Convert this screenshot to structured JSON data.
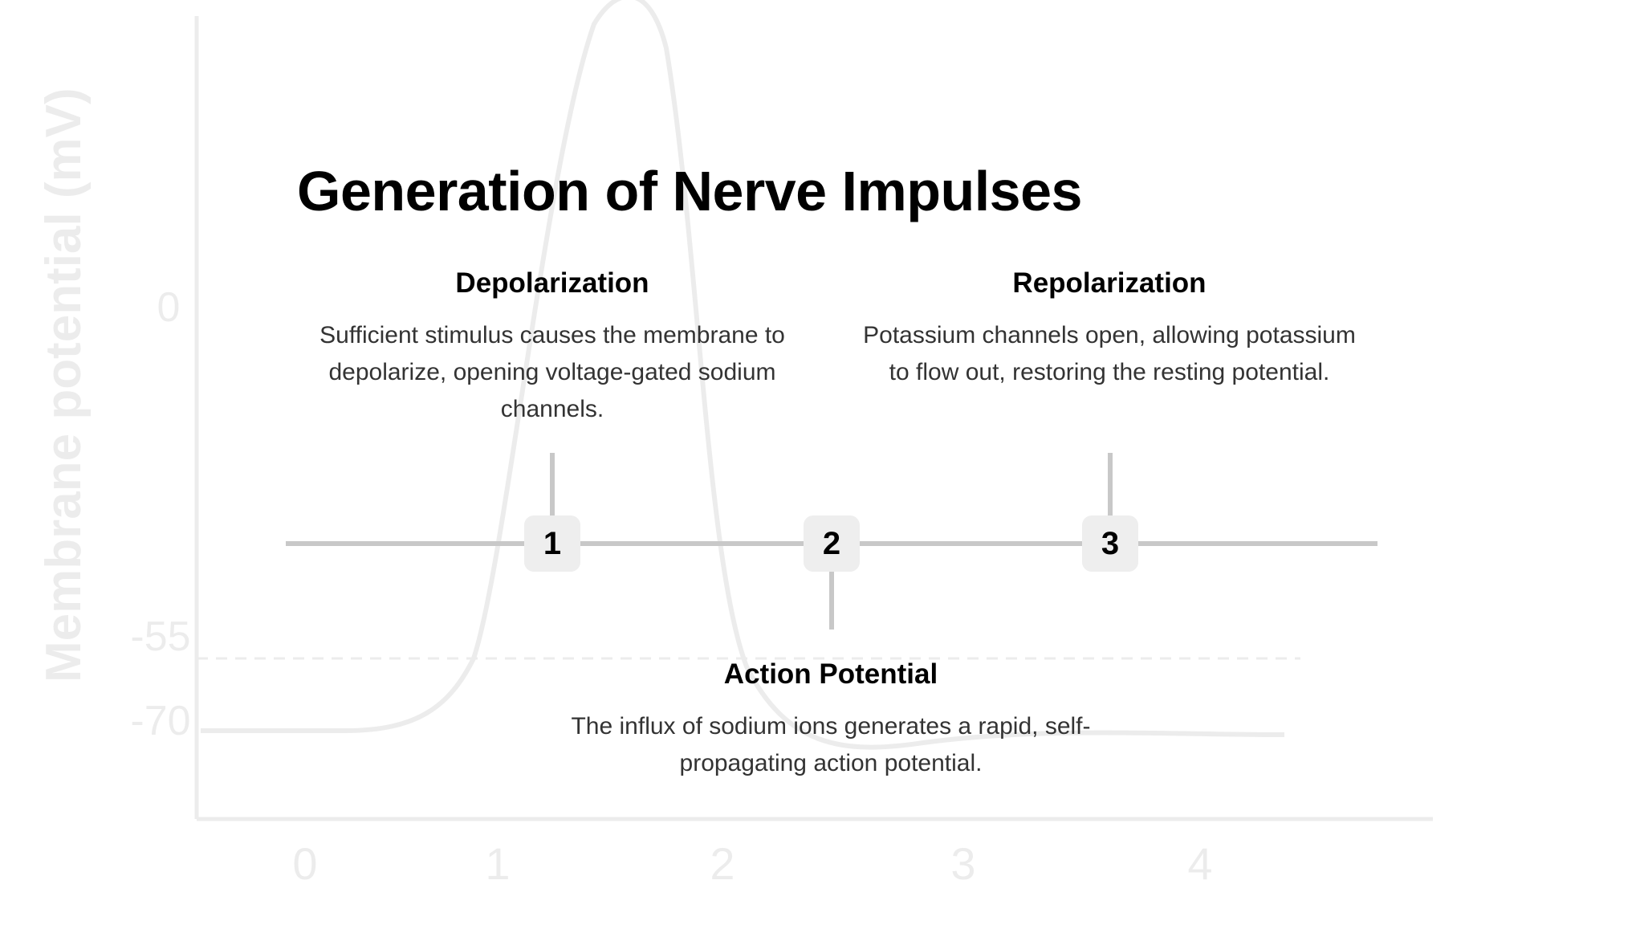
{
  "slide": {
    "title": "Generation of Nerve Impulses"
  },
  "steps": [
    {
      "number": "1",
      "heading": "Depolarization",
      "description": "Sufficient stimulus causes the membrane to depolarize, opening voltage-gated sodium channels."
    },
    {
      "number": "2",
      "heading": "Action Potential",
      "description": "The influx of sodium ions generates a rapid, self-propagating action potential."
    },
    {
      "number": "3",
      "heading": "Repolarization",
      "description": "Potassium channels open, allowing potassium to flow out, restoring the resting potential."
    }
  ],
  "background_chart": {
    "ylabel": "Membrane potential (mV)",
    "y_ticks": [
      "0",
      "-55",
      "-70"
    ],
    "x_ticks": [
      "0",
      "1",
      "2",
      "3",
      "4"
    ]
  },
  "colors": {
    "timeline": "#c8c8c8",
    "node_fill": "#eeeeee",
    "heading": "#000000",
    "body_text": "#333333"
  }
}
